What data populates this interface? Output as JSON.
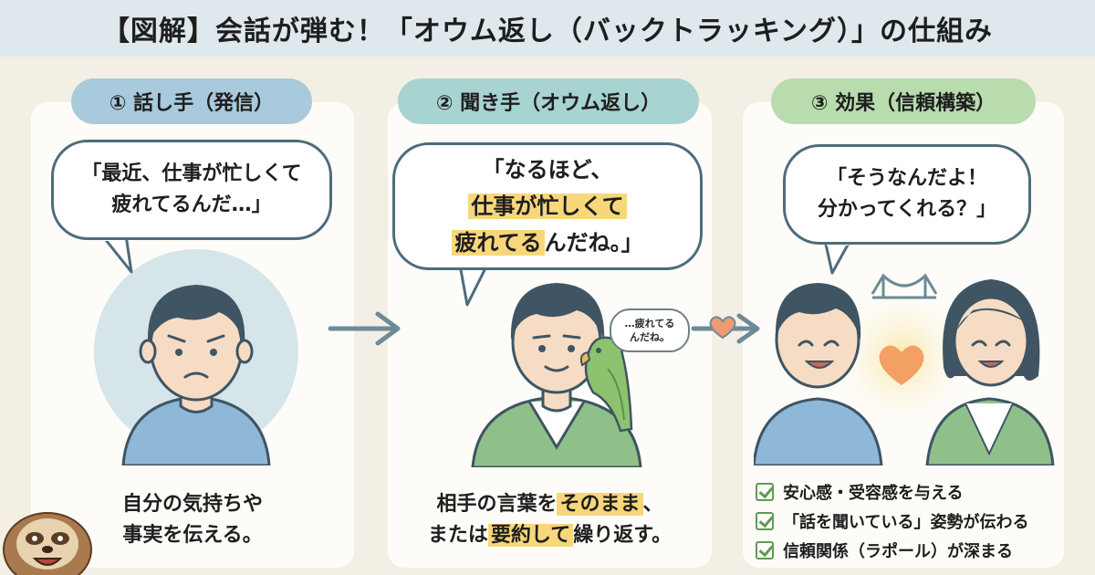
{
  "title": "【図解】会話が弾む！「オウム返し（バックトラッキング）」の仕組み",
  "steps": [
    {
      "label": "① 話し手（発信）",
      "speech": [
        "「最近、仕事が忙しくて",
        "疲れてるんだ…」"
      ],
      "caption": [
        "自分の気持ちや",
        "事実を伝える。"
      ]
    },
    {
      "label": "② 聞き手（オウム返し）",
      "speech_line1": "「なるほど、",
      "speech_hl1": "仕事が忙しくて",
      "speech_hl2": "疲れてる",
      "speech_rest": "んだね。」",
      "parrot_line1": "…疲れてる",
      "parrot_line2": "んだね。",
      "caption_pre": "相手の言葉を",
      "caption_hl1": "そのまま",
      "caption_mid": "、",
      "caption_line2_pre": "または",
      "caption_hl2": "要約して",
      "caption_line2_post": "繰り返す。"
    },
    {
      "label": "③ 効果（信頼構築）",
      "speech": [
        "「そうなんだよ！",
        "分かってくれる？」"
      ],
      "effects": [
        "安心感・受容感を与える",
        "「話を聞いている」姿勢が伝わる",
        "信頼関係（ラポール）が深まる"
      ]
    }
  ],
  "colors": {
    "pill1": "#a9c9dc",
    "pill2": "#a7d3d0",
    "pill3": "#b9dcae",
    "highlight": "#f7d77a",
    "check": "#5f9a55"
  }
}
